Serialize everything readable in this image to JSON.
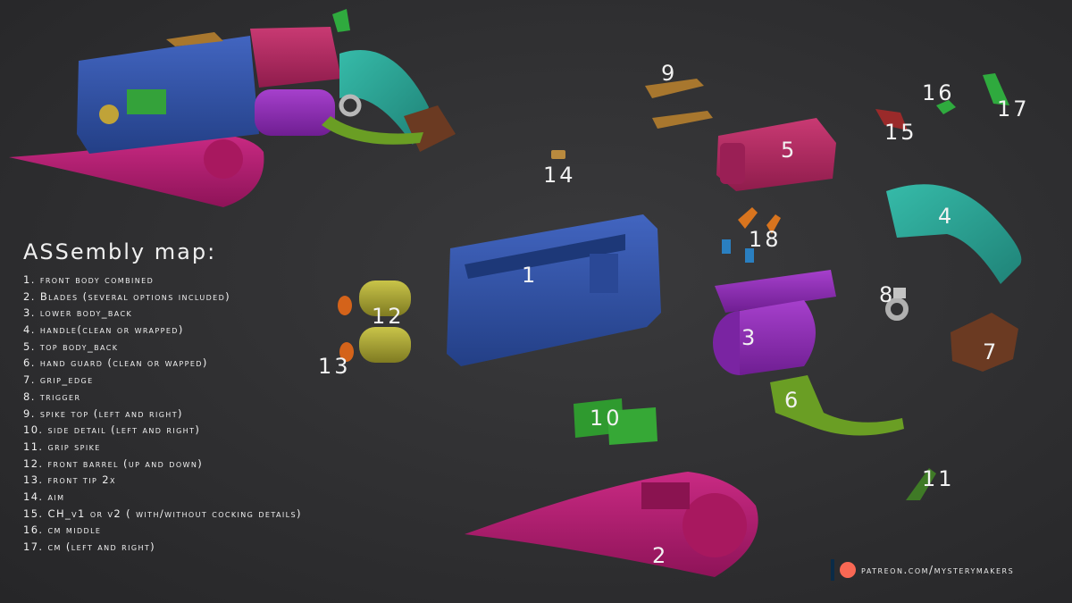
{
  "title": "ASSembly map:",
  "parts": [
    "1. front body combined",
    "2. Blades (several options included)",
    "3. lower body_back",
    "4. handle(clean or wrapped)",
    "5. top body_back",
    "6. hand guard (clean or wapped)",
    "7. grip_edge",
    "8. trigger",
    "9. spike top (left and right)",
    "10. side detail (left and right)",
    "11. grip spike",
    "12. front barrel (up and down)",
    "13. front tip 2x",
    "14. aim",
    "15. CH_v1 or v2 ( with/without cocking details)",
    "16. cm middle",
    "17. cm (left and right)"
  ],
  "callouts": {
    "n1": "1",
    "n2": "2",
    "n3": "3",
    "n4": "4",
    "n5": "5",
    "n6": "6",
    "n7": "7",
    "n8": "8",
    "n9": "9",
    "n10": "10",
    "n11": "11",
    "n12": "12",
    "n13": "13",
    "n14": "14",
    "n15": "15",
    "n16": "16",
    "n17": "17",
    "n18": "18"
  },
  "footer": {
    "patreon_url": "patreon.com/mysterymakers"
  },
  "colors": {
    "background": "#2f2f31",
    "front_body": "#2e4fa0",
    "blade": "#b0186e",
    "lower_body": "#8a2bb0",
    "handle": "#2aa394",
    "top_body": "#b3245f",
    "hand_guard": "#6a9e24",
    "grip_edge": "#6b3a22",
    "trigger": "#a9a9a9",
    "spike_top": "#a8772e",
    "side_detail": "#2f9a2f",
    "grip_spike": "#3f7a26",
    "front_barrel": "#a9a330",
    "front_tip": "#d4631a",
    "aim": "#b98a3e",
    "ch": "#9a2a2a",
    "cm": "#2faa3e",
    "part18": "#d8741e",
    "patreon_accent": "#f96854"
  }
}
